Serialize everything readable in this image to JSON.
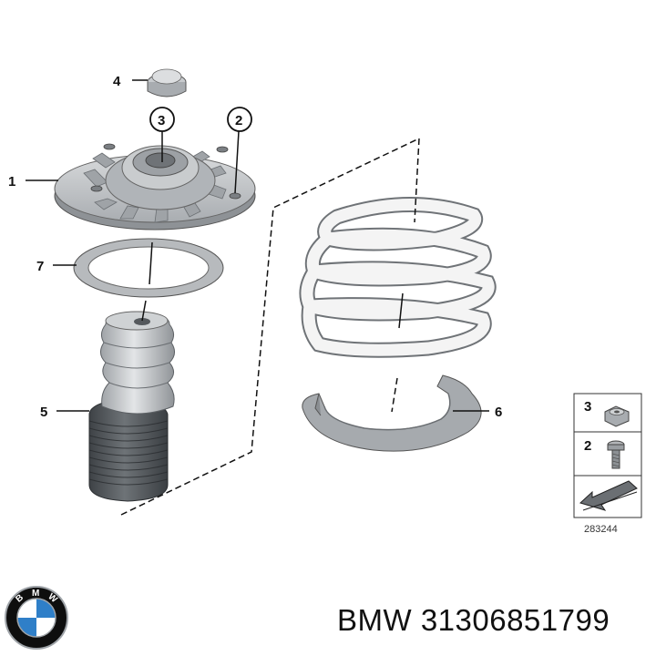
{
  "diagram": {
    "callouts": [
      {
        "id": "callout-1",
        "label": "1"
      },
      {
        "id": "callout-2",
        "label": "2"
      },
      {
        "id": "callout-3",
        "label": "3"
      },
      {
        "id": "callout-4",
        "label": "4"
      },
      {
        "id": "callout-5",
        "label": "5"
      },
      {
        "id": "callout-6",
        "label": "6"
      },
      {
        "id": "callout-7",
        "label": "7"
      }
    ],
    "legend": {
      "items": [
        {
          "label": "3",
          "icon": "nut-icon"
        },
        {
          "label": "2",
          "icon": "bolt-icon"
        }
      ],
      "arrow_icon": "direction-arrow-icon",
      "drawing_number": "283244"
    }
  },
  "brand": {
    "logo_letters": "BMW",
    "colors": {
      "blue": "#2f7fc8",
      "black": "#0e0e0e",
      "silver": "#9ea3a8"
    }
  },
  "caption": "BMW 31306851799",
  "colors": {
    "part_gray": "#b9bcbf",
    "part_dark": "#7d8286",
    "spring_white": "#f2f2f2",
    "boot_dark": "#4b4f53",
    "line": "#111111"
  }
}
